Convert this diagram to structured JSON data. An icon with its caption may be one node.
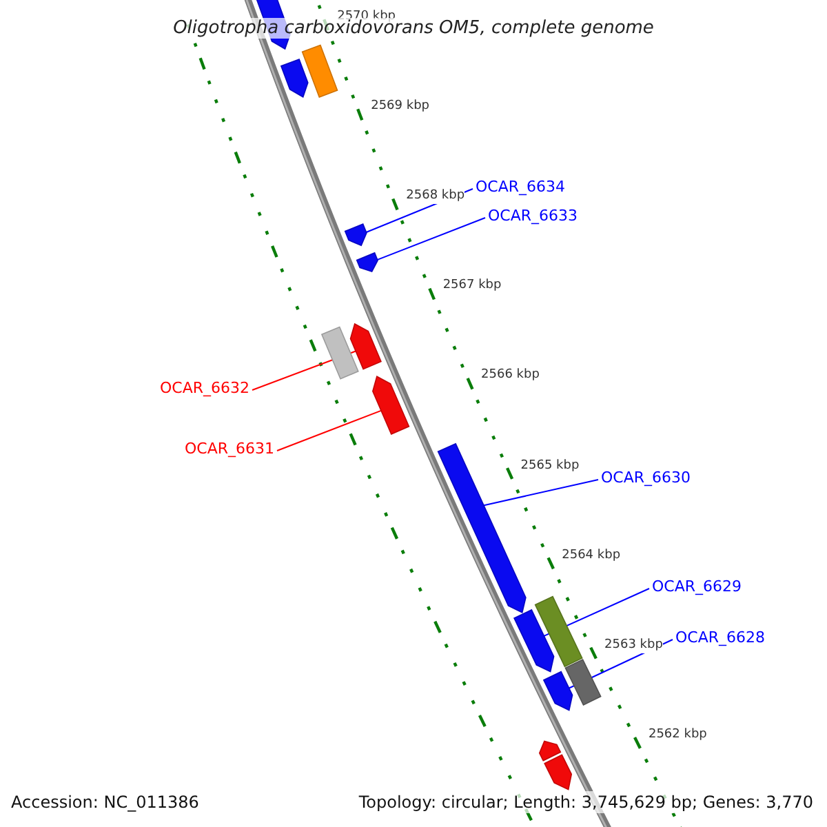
{
  "diagram": {
    "title": "Oligotropha carboxidovorans OM5, complete genome",
    "nodes": [
      {
        "text": [
          "OCAR_6634"
        ]
      },
      {
        "text": [
          "OCAR_6633"
        ]
      },
      {
        "text": [
          "OCAR_6632"
        ]
      },
      {
        "text": [
          "OCAR_6631"
        ]
      },
      {
        "text": [
          "OCAR_6630"
        ]
      },
      {
        "text": [
          "OCAR_6629"
        ]
      },
      {
        "text": [
          "OCAR_6628"
        ]
      },
      {
        "text": [],
        "shape": "arrow"
      },
      {
        "text": [],
        "shape": "box"
      },
      {
        "text": [],
        "shape": "arrow"
      },
      {
        "text": [],
        "shape": "arrow"
      },
      {
        "text": [],
        "shape": "arrow"
      },
      {
        "text": [],
        "shape": "arrow"
      },
      {
        "text": [],
        "shape": "box"
      },
      {
        "text": [],
        "shape": "arrow"
      },
      {
        "text": [],
        "shape": "arrow"
      },
      {
        "text": [],
        "shape": "box"
      },
      {
        "text": [],
        "shape": "arrow"
      },
      {
        "text": [],
        "shape": "box"
      },
      {
        "text": [],
        "shape": "arrow"
      },
      {
        "text": [],
        "shape": "arrow"
      },
      {
        "text": [],
        "shape": "arrow"
      }
    ],
    "edges": [
      {
        "from": 0,
        "to": 10,
        "arrow": "none"
      },
      {
        "from": 1,
        "to": 11,
        "arrow": "none"
      },
      {
        "from": 2,
        "to": 12,
        "arrow": "none",
        "color": "#ff0000"
      },
      {
        "from": 3,
        "to": 14,
        "arrow": "none",
        "color": "#ff0000"
      },
      {
        "from": 4,
        "to": 15,
        "arrow": "none"
      },
      {
        "from": 5,
        "to": 17,
        "arrow": "none"
      },
      {
        "from": 6,
        "to": 19,
        "arrow": "none"
      }
    ],
    "labels": [
      "2570 kbp",
      "2569 kbp",
      "2568 kbp",
      "2567 kbp",
      "2566 kbp",
      "2565 kbp",
      "2564 kbp",
      "2563 kbp",
      "2562 kbp",
      "Accession: NC_011386",
      "Topology: circular; Length: 3,745,629 bp; Genes: 3,770"
    ]
  }
}
